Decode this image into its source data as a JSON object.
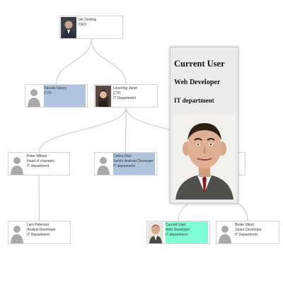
{
  "links": [
    {
      "from": "n1",
      "to": "n2"
    },
    {
      "from": "n1",
      "to": "n3"
    },
    {
      "from": "n3",
      "to": "n4"
    },
    {
      "from": "n3",
      "to": "n5"
    },
    {
      "from": "n3",
      "to": "n6"
    },
    {
      "from": "n4",
      "to": "n7"
    },
    {
      "from": "n6",
      "to": "n8"
    },
    {
      "from": "n6",
      "to": "n9"
    }
  ],
  "nodes": {
    "ceo": {
      "name": "Ian Devling",
      "title": "CEO",
      "department": "",
      "photo": "ceo",
      "highlight": "#ffffff"
    },
    "cto_a": {
      "name": "Davolio Nancy",
      "title": "CTO",
      "department": "",
      "photo": "silhouette",
      "highlight": "#b0c4de"
    },
    "cto_b": {
      "name": "Leverling Janet",
      "title": "CTO",
      "department": "IT Department",
      "photo": "woman",
      "highlight": "#ffffff"
    },
    "head": {
      "name": "Peter Wilson",
      "title": "Head of channels",
      "department": "IT department",
      "photo": "silhouette",
      "highlight": "#ffffff"
    },
    "android": {
      "name": "Carlos Diaz",
      "title": "Senior Android Developer",
      "department": "IT department",
      "photo": "silhouette",
      "highlight": "#b0c4de"
    },
    "analyst": {
      "name": "Lars Peterson",
      "title": "Analyst Developer",
      "department": "IT Department",
      "photo": "silhouette",
      "highlight": "#ffffff"
    },
    "current": {
      "name": "Current User",
      "title": "Web Developer",
      "department": "IT department",
      "photo": "bean",
      "highlight": "#7fffd4"
    },
    "junior": {
      "name": "Beate Vileid",
      "title": "Junior Developer",
      "department": "IT Department",
      "photo": "silhouette",
      "highlight": "#ffffff"
    }
  },
  "tooltip": {
    "title": "Current User",
    "position": "Web Developer",
    "department": "IT department"
  },
  "colors": {
    "link": "#c8c8c8",
    "node_border": "#d3d3d3",
    "highlight_blue": "#b0c4de",
    "highlight_current": "#7fffd4"
  }
}
